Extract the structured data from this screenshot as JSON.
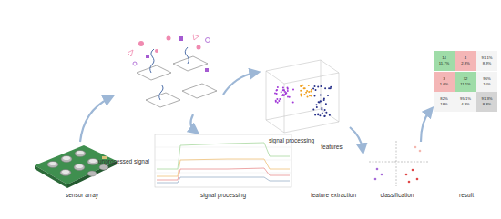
{
  "diagram": {
    "labels": [
      "sensor array",
      "unprocessed signal",
      "signal processing",
      "signal processing",
      "features",
      "feature extraction",
      "classification",
      "result",
      "14 11.7%",
      "4 2.8%",
      "91.1% 8.9%",
      "3 1.6%",
      "32 11.1%",
      "90% 10%",
      "82% 18%",
      "95.1% 4.9%",
      "91.3% 8.8%"
    ]
  }
}
